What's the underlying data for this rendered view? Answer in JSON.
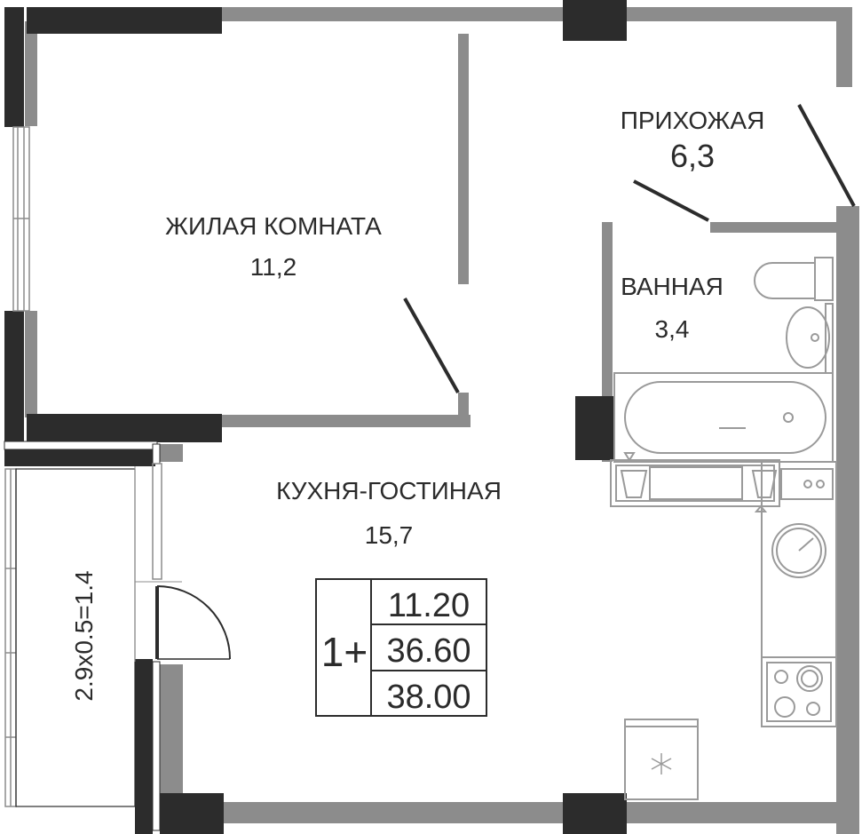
{
  "rooms": [
    {
      "name": "ЖИЛАЯ КОМНАТА",
      "area": "11,2"
    },
    {
      "name": "ПРИХОЖАЯ",
      "area": "6,3"
    },
    {
      "name": "ВАННАЯ",
      "area": "3,4"
    },
    {
      "name": "КУХНЯ-ГОСТИНАЯ",
      "area": "15,7"
    }
  ],
  "balcony_label": "2.9x0.5=1.4",
  "summary": {
    "rooms": "1+",
    "living_area": "11.20",
    "total_area": "36.60",
    "area_with_balcony": "38.00"
  },
  "colors": {
    "wall_outer": "#8c8c8c",
    "wall_dark": "#2c2c2c",
    "fixtures": "#9a9a9a",
    "text": "#2b2b2b"
  },
  "icons": [
    "toilet-icon",
    "sink-icon",
    "bathtub-icon",
    "stove-icon",
    "fridge-snowflake-icon",
    "kitchen-sink-icon"
  ]
}
